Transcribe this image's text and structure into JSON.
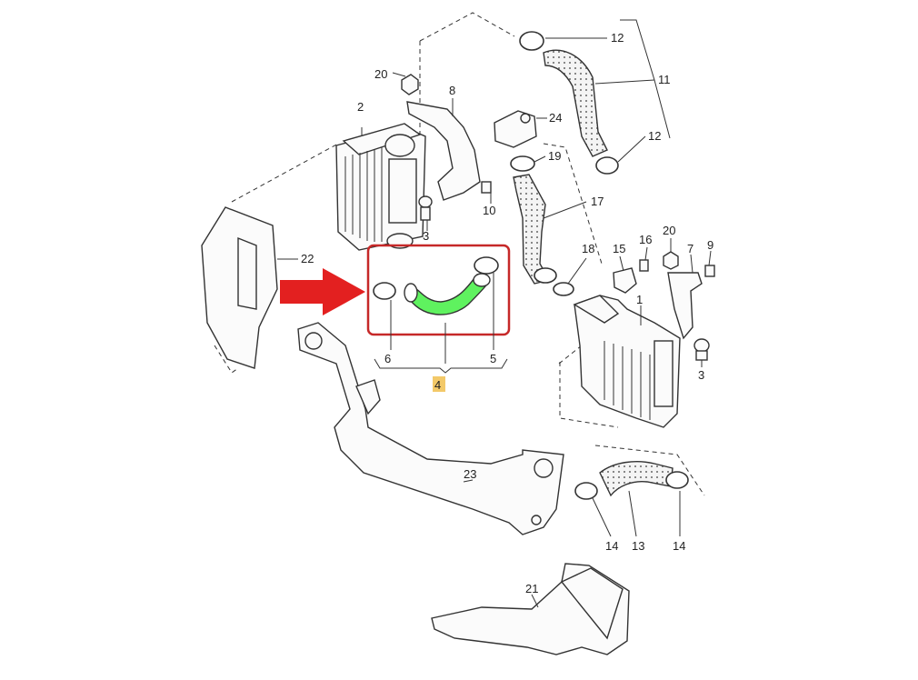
{
  "colors": {
    "highlight_box": "#c62828",
    "highlight_part": "#5ff25f",
    "arrow": "#e32020",
    "selected_label_bg": "#f3c969"
  },
  "labels": {
    "p1": "1",
    "p2": "2",
    "p3a": "3",
    "p3b": "3",
    "p4": "4",
    "p5": "5",
    "p6": "6",
    "p7": "7",
    "p8": "8",
    "p9": "9",
    "p10": "10",
    "p11": "11",
    "p12a": "12",
    "p12b": "12",
    "p13": "13",
    "p14a": "14",
    "p14b": "14",
    "p15": "15",
    "p16": "16",
    "p17": "17",
    "p18": "18",
    "p19": "19",
    "p20a": "20",
    "p20b": "20",
    "p21": "21",
    "p22": "22",
    "p23": "23",
    "p24": "24"
  },
  "selected_part": "4"
}
